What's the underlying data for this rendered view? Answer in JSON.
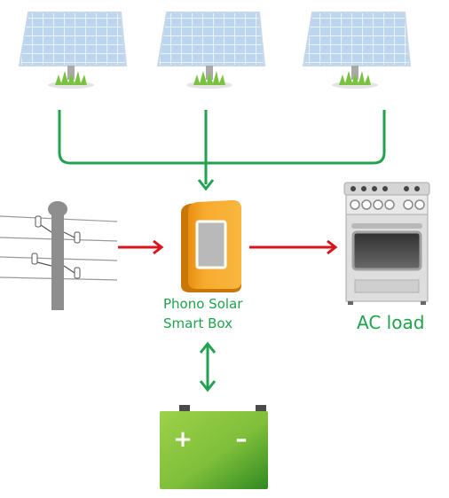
{
  "labels": {
    "smart_box_line1": "Phono Solar",
    "smart_box_line2": "Smart Box",
    "ac_load": "AC load",
    "battery_plus": "+",
    "battery_minus": "–"
  },
  "colors": {
    "connector_green": "#22a24e",
    "label_green": "#1fa34a",
    "arrow_red": "#d8141c",
    "panel_blue": "#bcd6ef",
    "grass_green": "#7cc242",
    "box_orange": "#f7a928",
    "battery_green": "#8bc53f",
    "pole_gray": "#8e8e8e",
    "stove_gray": "#d5d5d5"
  },
  "icons": [
    "solar-panel-icon",
    "utility-pole-icon",
    "smart-box-icon",
    "stove-icon",
    "battery-icon"
  ]
}
